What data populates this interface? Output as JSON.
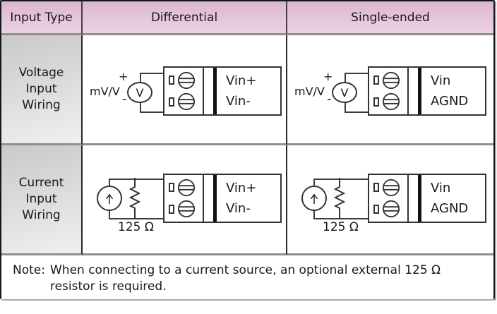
{
  "header": {
    "input_type": "Input Type",
    "differential": "Differential",
    "single_ended": "Single-ended"
  },
  "row_labels": {
    "voltage": [
      "Voltage",
      "Input",
      "Wiring"
    ],
    "current": [
      "Current",
      "Input",
      "Wiring"
    ]
  },
  "diagrams": {
    "voltage_differential": {
      "source_label": "mV/V",
      "source_symbol": "V",
      "plus": "+",
      "minus": "-",
      "terminal_top": "Vin+",
      "terminal_bottom": "Vin-"
    },
    "voltage_single_ended": {
      "source_label": "mV/V",
      "source_symbol": "V",
      "plus": "+",
      "minus": "-",
      "terminal_top": "Vin",
      "terminal_bottom": "AGND"
    },
    "current_differential": {
      "resistor_label": "125 Ω",
      "terminal_top": "Vin+",
      "terminal_bottom": "Vin-"
    },
    "current_single_ended": {
      "resistor_label": "125 Ω",
      "terminal_top": "Vin",
      "terminal_bottom": "AGND"
    }
  },
  "note": {
    "label": "Note:",
    "line1": "When connecting to a current source, an optional external 125 Ω",
    "line2": "resistor is required."
  },
  "colors": {
    "header_bg": "#e3c4da",
    "row_label_bg": "#dcdcdc",
    "grid_horizontal": "#8f8f8f",
    "grid_vertical": "#2b272d",
    "outer_border": "#161616",
    "isolation_bar": "#111111"
  }
}
